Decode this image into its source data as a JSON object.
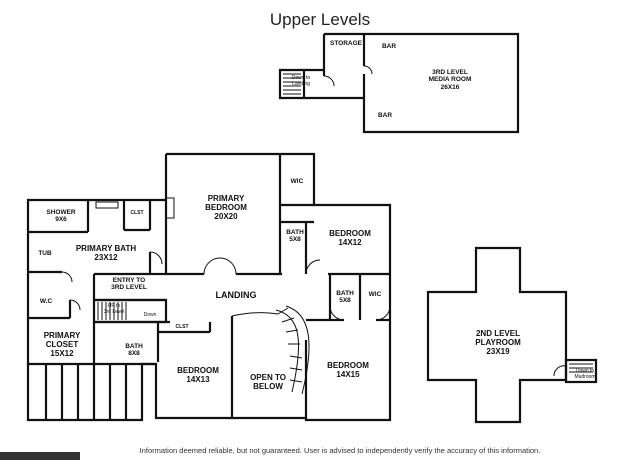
{
  "title": "Upper Levels",
  "disclaimer": "Information deemed reliable, but not guaranteed.  User is advised to independently verify the accuracy of this information.",
  "rooms": {
    "storage": {
      "name": "STORAGE"
    },
    "bar_top": {
      "name": "BAR"
    },
    "bar_bottom": {
      "name": "BAR"
    },
    "media_room": {
      "name": "3RD LEVEL MEDIA ROOM",
      "line1": "3RD LEVEL",
      "line2": "MEDIA ROOM",
      "dims": "26X16"
    },
    "down_to_landing": {
      "line1": "Down to",
      "line2": "Landing"
    },
    "primary_bedroom": {
      "line1": "PRIMARY",
      "line2": "BEDROOM",
      "dims": "20X20"
    },
    "wic_top": {
      "name": "WIC"
    },
    "bath_5x8_top": {
      "name": "BATH",
      "dims": "5X8"
    },
    "bedroom_14x12": {
      "name": "BEDROOM",
      "dims": "14X12"
    },
    "shower": {
      "name": "SHOWER",
      "dims": "9X6"
    },
    "clst_top": {
      "name": "CLST"
    },
    "primary_bath": {
      "name": "PRIMARY BATH",
      "dims": "23X12"
    },
    "tub": {
      "name": "TUB"
    },
    "wc": {
      "name": "W.C"
    },
    "entry_3rd_level": {
      "line1": "ENTRY TO",
      "line2": "3RD LEVEL"
    },
    "up_to_3rd": {
      "line1": "UP to",
      "line2": "3rd Level"
    },
    "down_stair": {
      "name": "Down"
    },
    "landing": {
      "name": "LANDING"
    },
    "bath_5x8_right": {
      "name": "BATH",
      "dims": "5X8"
    },
    "wic_right": {
      "name": "WIC"
    },
    "primary_closet": {
      "line1": "PRIMARY",
      "line2": "CLOSET",
      "dims": "15X12"
    },
    "clst_mid": {
      "name": "CLST"
    },
    "bath_8x8": {
      "name": "BATH",
      "dims": "8X8"
    },
    "bedroom_14x13": {
      "name": "BEDROOM",
      "dims": "14X13"
    },
    "open_to_below": {
      "line1": "OPEN TO",
      "line2": "BELOW"
    },
    "bedroom_14x15": {
      "name": "BEDROOM",
      "dims": "14X15"
    },
    "playroom": {
      "line1": "2ND LEVEL",
      "line2": "PLAYROOM",
      "dims": "23X19"
    },
    "down_to_mudroom": {
      "line1": "Down to",
      "line2": "Mudroom"
    }
  }
}
